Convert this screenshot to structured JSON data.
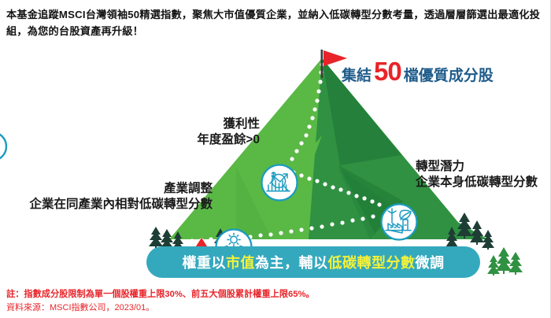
{
  "headline": {
    "text": "本基金追蹤MSCI台灣領袖50精選指數，聚焦大市值優質企業，並納入低碳轉型分數考量，透過層層篩選出最適化投組，為您的台股資產再升級！"
  },
  "illustration": {
    "alt_name": "mountain-climb-infographic",
    "flag_icon": "red-flag-icon",
    "colors": {
      "mountain_light": "#5AB845",
      "mountain_mid": "#2F9141",
      "mountain_dark": "#1F7A38",
      "mountain_shadow": "#24803A",
      "path_dots": "#FFFFFF",
      "flag_red": "#E8242A",
      "banner_teal": "#34A9BE",
      "icon_teal": "#1C9BC0",
      "tree_dark": "#1E3D35",
      "tree_green": "#2F9141",
      "accent_blue": "#1F5C8B",
      "accent_red": "#E8242A",
      "banner_highlight": "#F4F13A"
    }
  },
  "labels": {
    "summit": {
      "prefix": "集結",
      "number": "50",
      "suffix": "檔優質成分股",
      "icon": "flag-icon"
    },
    "profit": {
      "line1": "獲利性",
      "line2": "年度盈餘>0",
      "icon": "chart-magnifier-dollar-icon"
    },
    "industry": {
      "line1": "產業調整",
      "line2": "企業在同產業內相對低碳轉型分數",
      "icon": "gear-people-icon"
    },
    "transition": {
      "line1": "轉型潛力",
      "line2": "企業本身低碳轉型分數",
      "icon": "factory-leaf-icon"
    }
  },
  "banner": {
    "part1": "權重以",
    "highlight1": "市值",
    "part2": "為主，輔以",
    "highlight2": "低碳轉型分數",
    "part3": "微調"
  },
  "footnote": {
    "note": "註：指數成分股限制為單一個股權重上限30%、前五大個股累計權重上限65%。",
    "source": "資料來源：MSCI指數公司，2023/01。"
  }
}
